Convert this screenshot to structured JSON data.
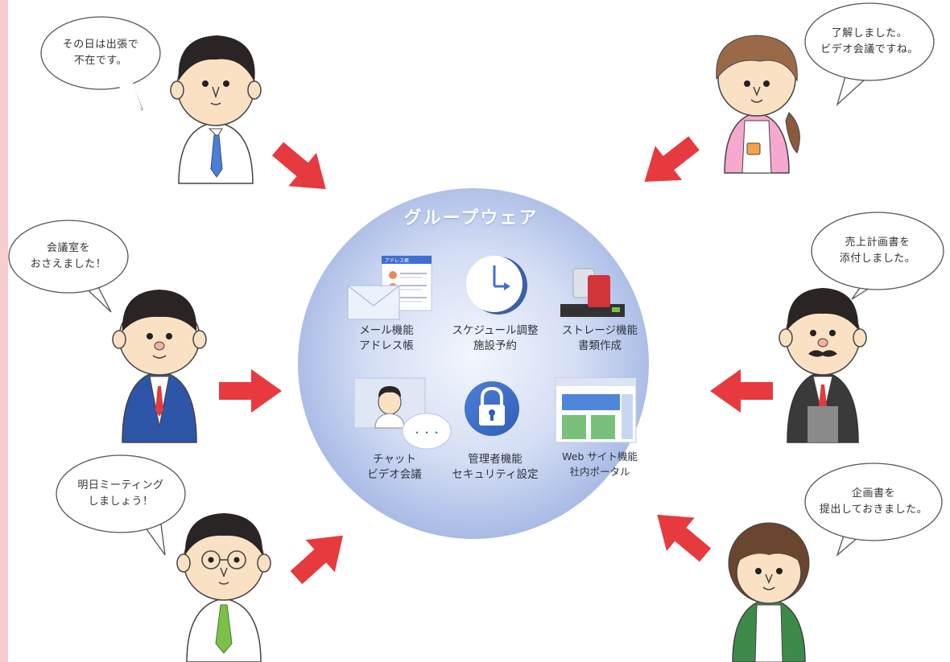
{
  "hub": {
    "title": "グループウェア",
    "features": [
      {
        "line1": "メール機能",
        "line2": "アドレス帳"
      },
      {
        "line1": "スケジュール調整",
        "line2": "施設予約"
      },
      {
        "line1": "ストレージ機能",
        "line2": "書類作成"
      },
      {
        "line1": "チャット",
        "line2": "ビデオ会議"
      },
      {
        "line1": "管理者機能",
        "line2": "セキュリティ設定"
      },
      {
        "line1": "Web サイト機能",
        "line2": "社内ポータル"
      }
    ],
    "address_book_header": "アドレス帳"
  },
  "speech": [
    {
      "text": "その日は出張で\n不在です。"
    },
    {
      "text": "了解しました。\nビデオ会議ですね。"
    },
    {
      "text": "会議室を\nおさえました！"
    },
    {
      "text": "売上計画書を\n添付しました。"
    },
    {
      "text": "明日ミーティング\nしましょう！"
    },
    {
      "text": "企画書を\n提出しておきました。"
    }
  ],
  "colors": {
    "arrow": "#e63a3f",
    "hub_center": "#f1f4fc",
    "hub_edge": "#9fb2e2",
    "bubble_stroke": "#555555",
    "skin": "#fbe1c4",
    "hair": "#2b2424"
  },
  "chat_dots": "・・・"
}
